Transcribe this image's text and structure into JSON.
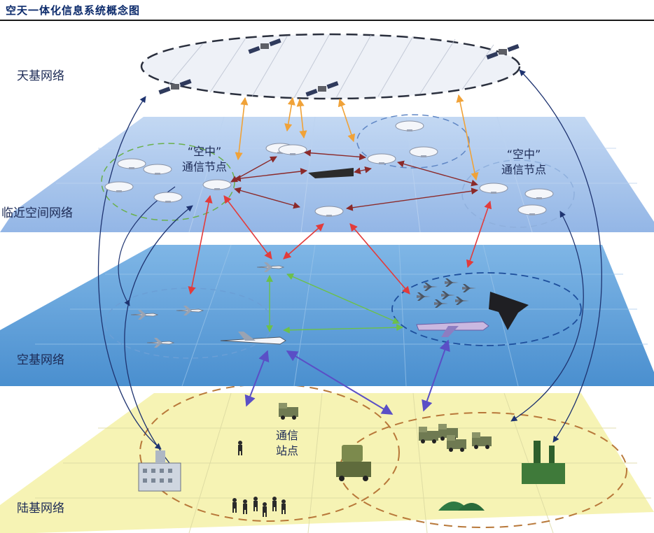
{
  "title": "空天一体化信息系统概念图",
  "layers": {
    "space": "天基网络",
    "near_space": "临近空间网络",
    "air": "空基网络",
    "ground": "陆基网络"
  },
  "nodes": {
    "air_node_left_line1": "“空中”",
    "air_node_left_line2": "通信节点",
    "air_node_right_line1": "“空中”",
    "air_node_right_line2": "通信节点",
    "station_line1": "通信",
    "station_line2": "站点"
  },
  "colors": {
    "near_space_plane": "#a9c6ec",
    "air_plane": "#5fa0d8",
    "ground_plane": "#f6f3b4",
    "arrow_orange": "#f0a238",
    "arrow_red": "#e23b3b",
    "arrow_brown": "#8b2a2a",
    "arrow_green": "#6cc04a",
    "arrow_purple": "#5a4fc6",
    "arrow_navy": "#1e3370"
  }
}
